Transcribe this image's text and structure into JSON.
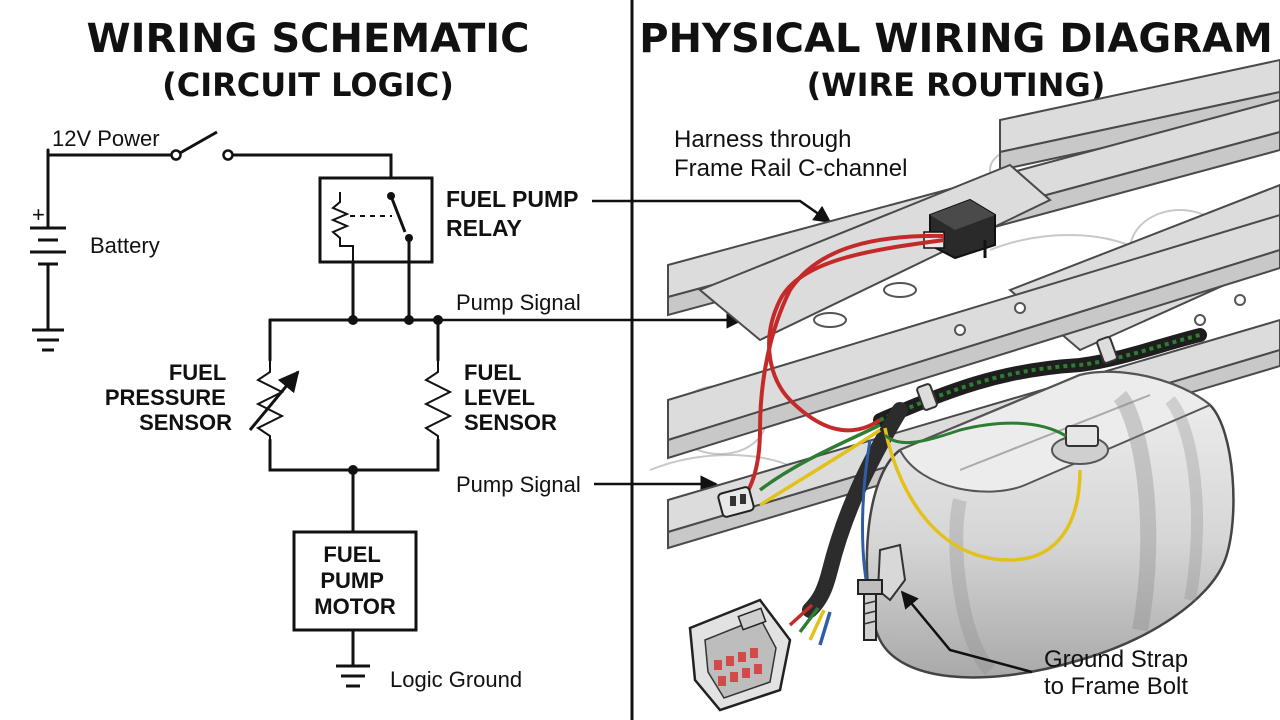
{
  "left_panel": {
    "title": "WIRING SCHEMATIC",
    "subtitle": "(CIRCUIT LOGIC)",
    "power_label": "12V Power",
    "plus_sign": "+",
    "battery_label": "Battery",
    "relay_label": [
      "FUEL PUMP",
      "RELAY"
    ],
    "pump_signal_top": "Pump Signal",
    "pressure_sensor_label": [
      "FUEL",
      "PRESSURE",
      "SENSOR"
    ],
    "level_sensor_label": [
      "FUEL",
      "LEVEL",
      "SENSOR"
    ],
    "pump_signal_bottom": "Pump Signal",
    "motor_label": [
      "FUEL",
      "PUMP",
      "MOTOR"
    ],
    "ground_label": "Logic Ground"
  },
  "right_panel": {
    "title": "PHYSICAL WIRING DIAGRAM",
    "subtitle": "(WIRE ROUTING)",
    "harness_callout": [
      "Harness through",
      "Frame Rail C-channel"
    ],
    "ground_callout": [
      "Ground Strap",
      "to Frame Bolt"
    ]
  },
  "colors": {
    "ink": "#111111",
    "frame": "#dcdcdc",
    "tank": "#d4d4d4",
    "wire_red": "#c42a2a",
    "wire_green": "#2f7d32",
    "wire_yellow": "#e2c21a",
    "wire_blue": "#2e5ea8",
    "connector_pins": "#d24a4a"
  }
}
